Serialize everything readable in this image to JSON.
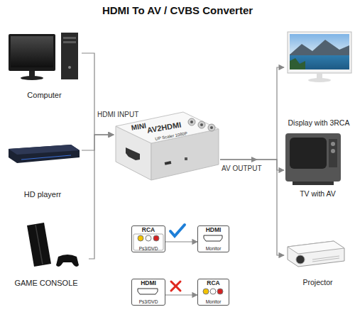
{
  "diagram": {
    "title": "HDMI To AV / CVBS Converter",
    "nodes": [
      {
        "text": [
          "Computer"
        ]
      },
      {
        "text": [
          "HD playerr"
        ]
      },
      {
        "text": [
          "GAME CONSOLE"
        ]
      },
      {
        "text": [
          "MINI",
          "AV2HDMI",
          "UP Scaler 1080P"
        ]
      },
      {
        "text": [
          "Display with 3RCA"
        ]
      },
      {
        "text": [
          "TV with AV"
        ]
      },
      {
        "text": [
          "Projector"
        ]
      },
      {
        "text": [
          "RCA",
          "Ps3/DVD"
        ]
      },
      {
        "text": [
          "HDMI",
          "Monitor"
        ]
      },
      {
        "text": [
          "HDMI",
          "Ps3/DVD"
        ]
      },
      {
        "text": [
          "RCA",
          "Monitor"
        ]
      }
    ],
    "edges": [
      {
        "from": 0,
        "to": 3,
        "arrow": "to"
      },
      {
        "from": 1,
        "to": 3,
        "arrow": "to"
      },
      {
        "from": 2,
        "to": 3,
        "arrow": "to"
      },
      {
        "from": 3,
        "to": 4,
        "arrow": "to"
      },
      {
        "from": 3,
        "to": 5,
        "arrow": "to"
      },
      {
        "from": 3,
        "to": 6,
        "arrow": "to"
      },
      {
        "from": 7,
        "to": 8,
        "arrow": "to"
      },
      {
        "from": 9,
        "to": 10,
        "arrow": "to"
      }
    ],
    "labels": [
      "HDMI INPUT",
      "AV OUTPUT"
    ]
  }
}
